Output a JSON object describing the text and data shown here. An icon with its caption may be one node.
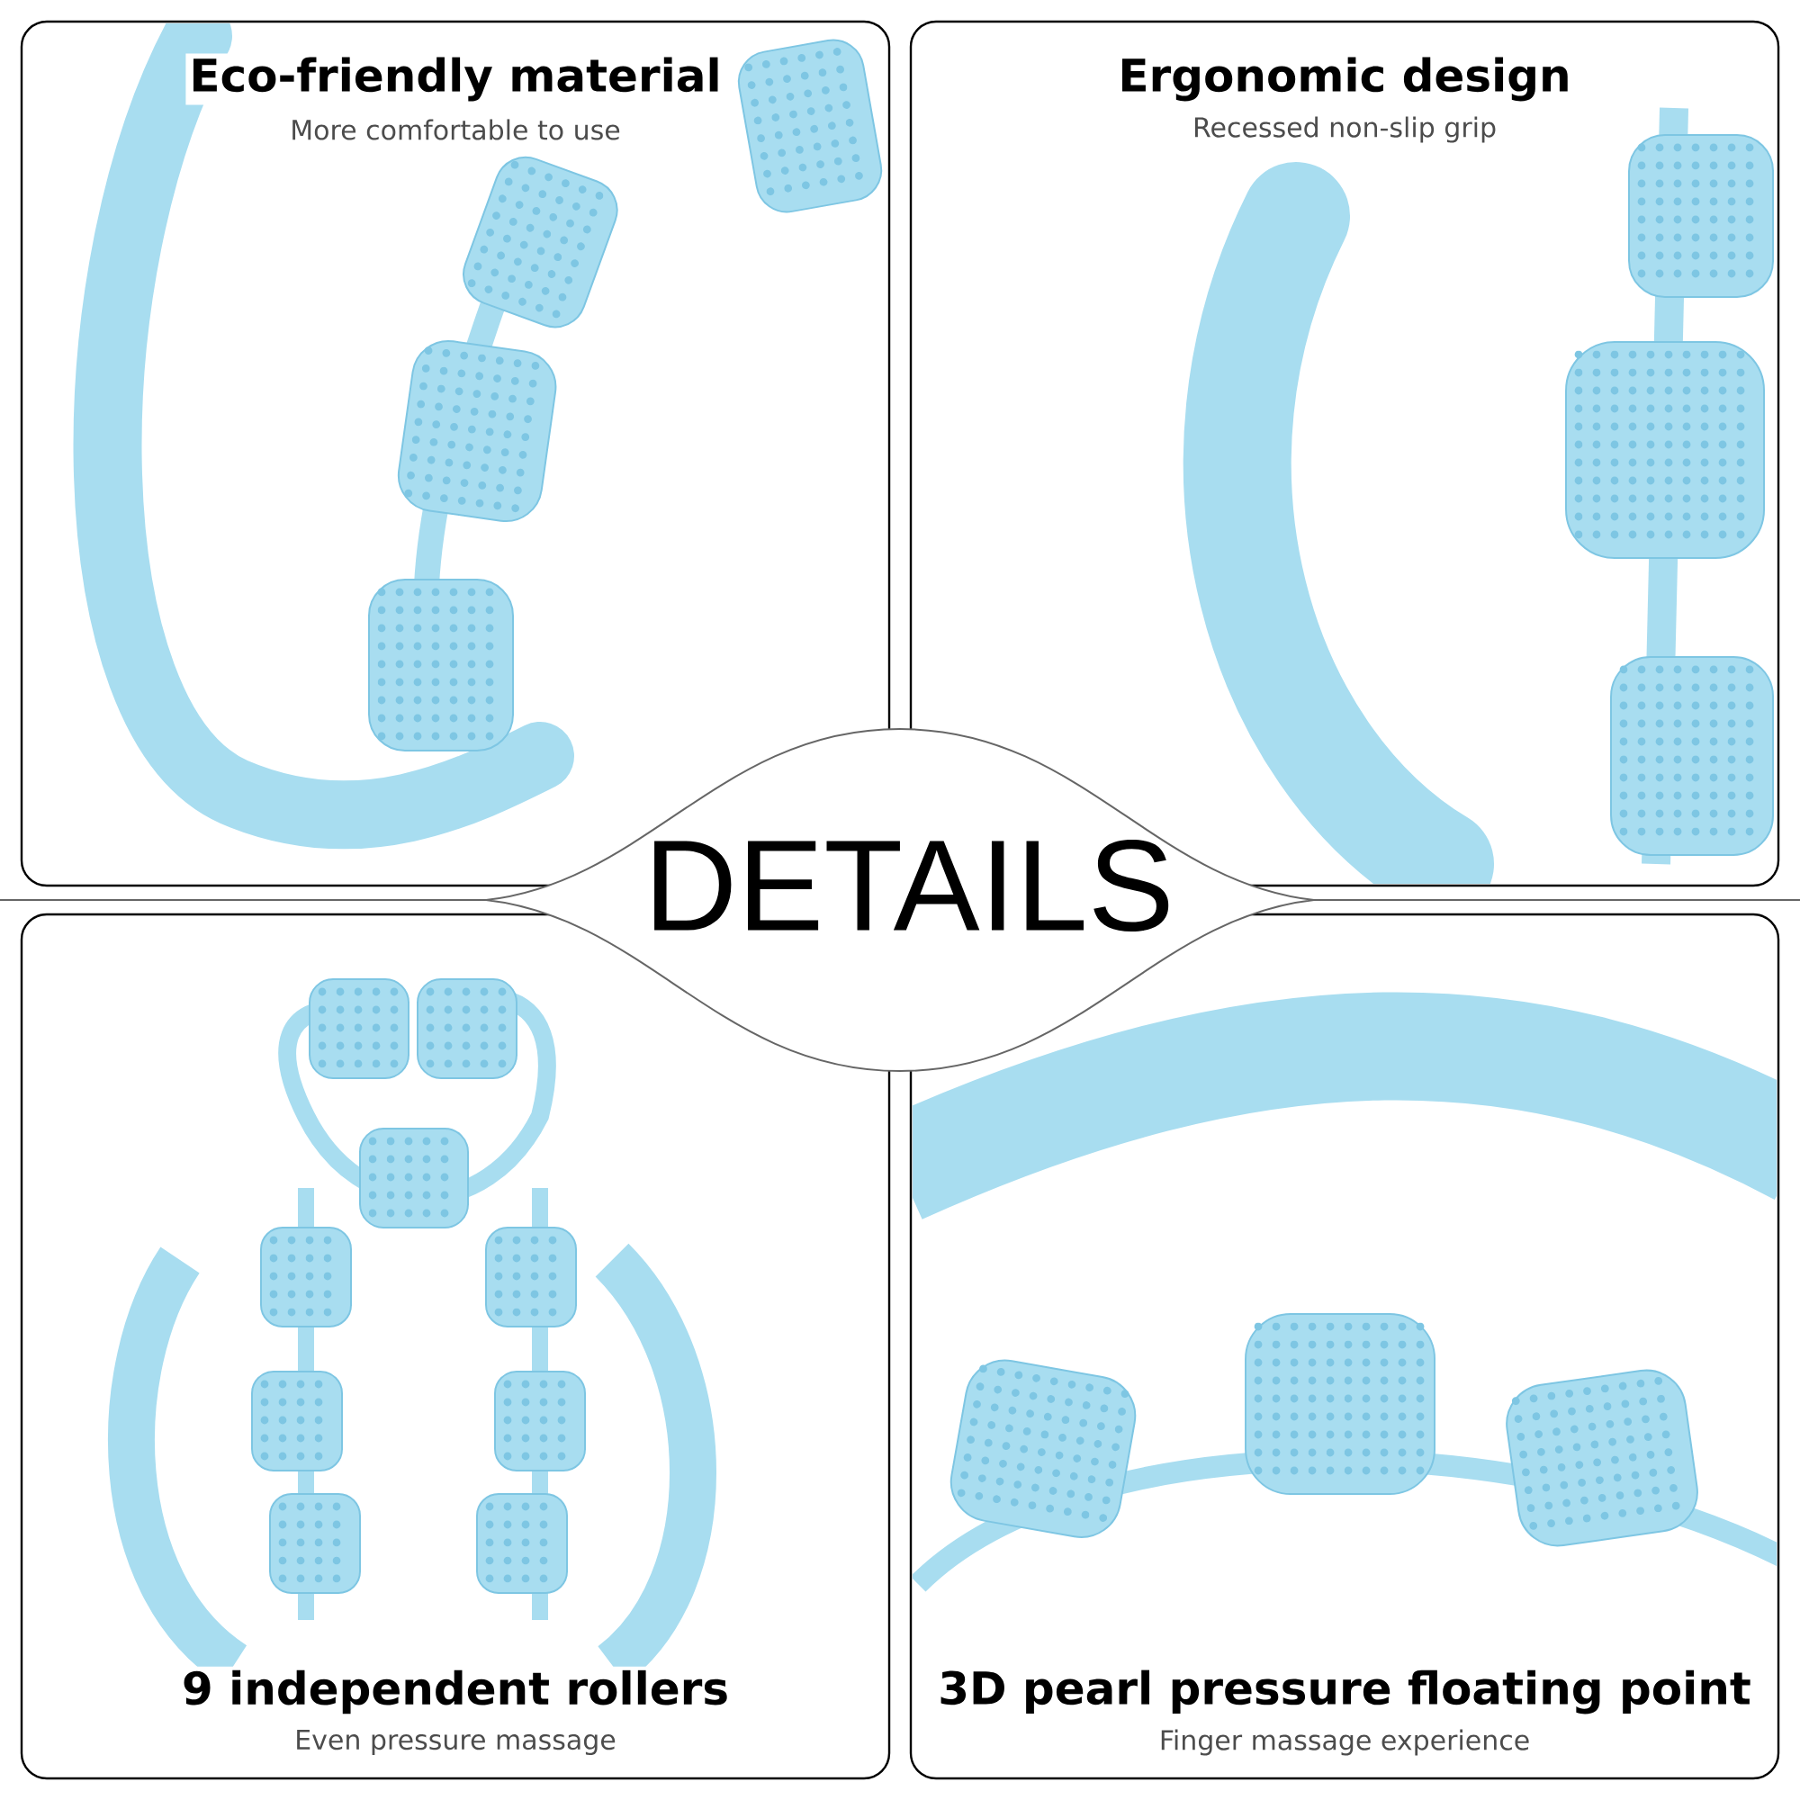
{
  "diagram": {
    "title": "DETAILS",
    "nodes": [
      {
        "text": [
          "Eco-friendly material",
          "More comfortable to use"
        ]
      },
      {
        "text": [
          "Ergonomic design",
          "Recessed non-slip grip"
        ]
      },
      {
        "text": [
          "9 independent rollers",
          "Even pressure massage"
        ]
      },
      {
        "text": [
          "3D pearl pressure floating point",
          "Finger massage experience"
        ]
      }
    ]
  }
}
